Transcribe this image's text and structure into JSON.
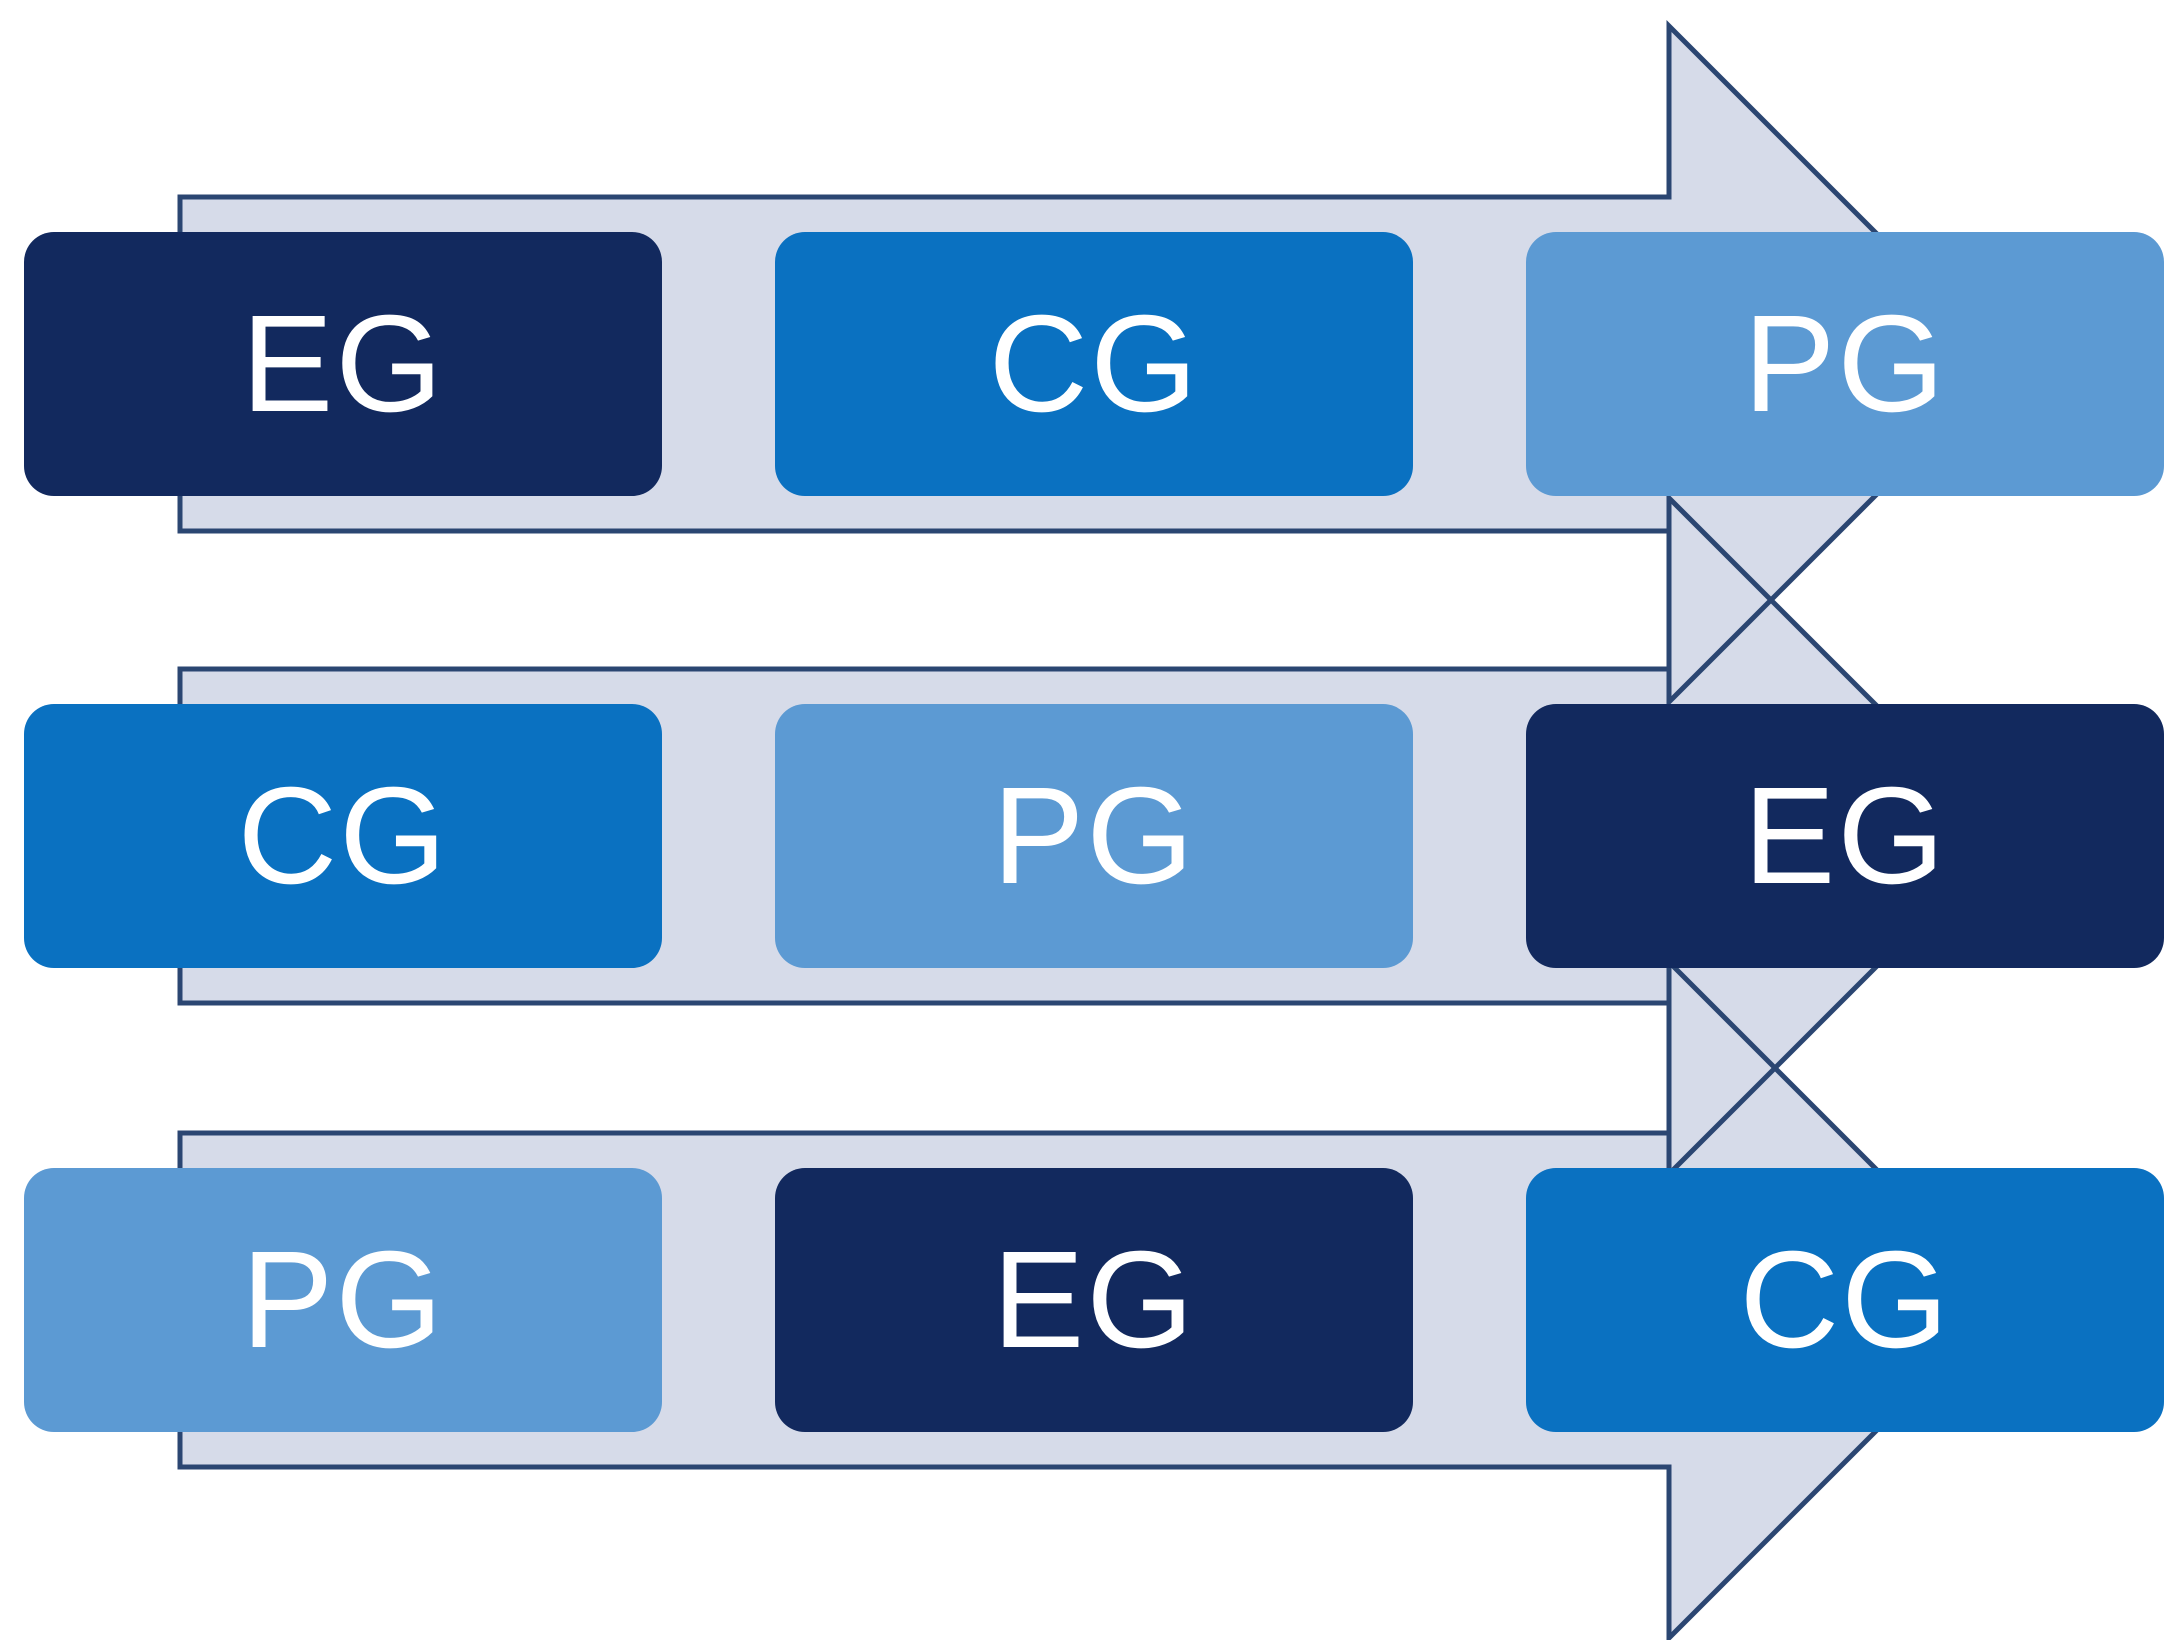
{
  "diagram": {
    "colors": {
      "eg": "#12295E",
      "cg": "#0A71C1",
      "pg": "#5C9AD3",
      "arrow_fill": "#D6DBE9",
      "arrow_stroke": "#2B4672",
      "label_text": "#FFFFFF",
      "background": "#FFFFFF"
    },
    "rows": [
      {
        "boxes": [
          {
            "label": "EG",
            "color_key": "eg"
          },
          {
            "label": "CG",
            "color_key": "cg"
          },
          {
            "label": "PG",
            "color_key": "pg"
          }
        ]
      },
      {
        "boxes": [
          {
            "label": "CG",
            "color_key": "cg"
          },
          {
            "label": "PG",
            "color_key": "pg"
          },
          {
            "label": "EG",
            "color_key": "eg"
          }
        ]
      },
      {
        "boxes": [
          {
            "label": "PG",
            "color_key": "pg"
          },
          {
            "label": "EG",
            "color_key": "eg"
          },
          {
            "label": "CG",
            "color_key": "cg"
          }
        ]
      }
    ]
  }
}
